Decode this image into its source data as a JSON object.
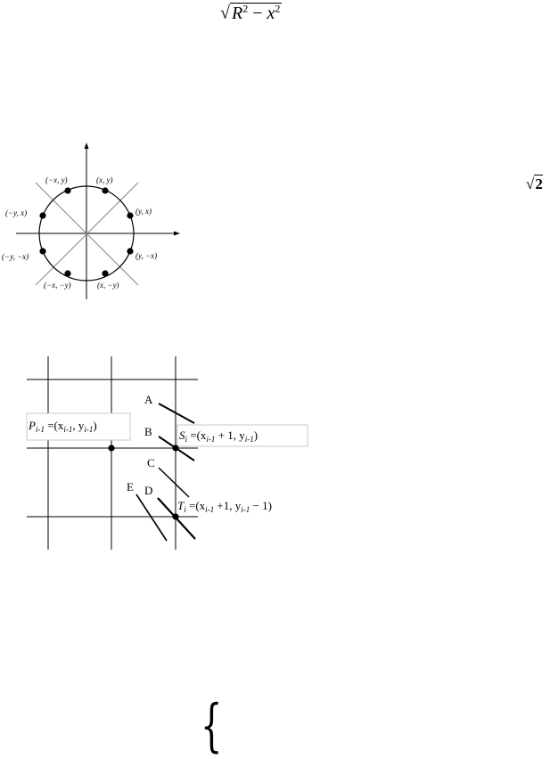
{
  "formula": {
    "sqrt_symbol": "√",
    "base": "R",
    "exp": "2",
    "minus": " − ",
    "var": "x",
    "exp2": "2"
  },
  "sqrt2": {
    "symbol": "√",
    "value": "2"
  },
  "circle_diagram": {
    "points": [
      {
        "label": "(−x, y)"
      },
      {
        "label": "(x, y)"
      },
      {
        "label": "(−y, x)"
      },
      {
        "label": "(y, x)"
      },
      {
        "label": "(−y, −x)"
      },
      {
        "label": "(y, −x)"
      },
      {
        "label": "(−x, −y)"
      },
      {
        "label": "(x, −y)"
      }
    ]
  },
  "grid_diagram": {
    "p_label": {
      "main": "P",
      "sub": "i-1",
      "rest_a": " =(x",
      "sub2": "i-1",
      "rest_b": ", y",
      "sub3": "i-1",
      "rest_c": ")"
    },
    "s_label": {
      "main": "S",
      "sub": "i",
      "rest_a": " =(x",
      "sub2": "i-1",
      "rest_b": " + 1, y",
      "sub3": "i-1",
      "rest_c": ")"
    },
    "t_label": {
      "main": "T",
      "sub": "i",
      "rest_a": " =(x",
      "sub2": "i-1",
      "rest_b": " +1, y",
      "sub3": "i-1",
      "rest_c": " − 1)"
    },
    "line_labels": [
      "A",
      "B",
      "C",
      "D",
      "E"
    ]
  },
  "brace": "{"
}
